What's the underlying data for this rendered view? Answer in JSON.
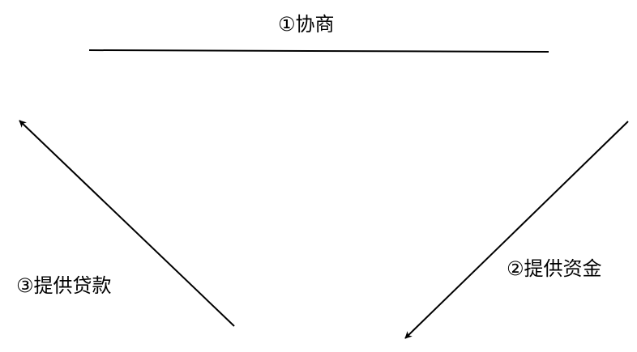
{
  "diagram": {
    "labels": {
      "negotiate": "①协商",
      "provide_funds": "②提供资金",
      "provide_loan": "③提供贷款"
    },
    "colors": {
      "stroke": "#000000",
      "background": "#ffffff"
    }
  }
}
